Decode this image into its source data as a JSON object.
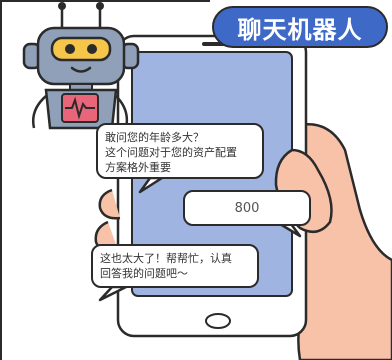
{
  "title": "聊天机器人",
  "conversation": {
    "robot_question_1": [
      "敢问您的年龄多大？",
      "这个问题对于您的资产配置",
      "方案格外重要"
    ],
    "user_reply": "800",
    "robot_question_2": [
      "这也太大了！帮帮忙，认真",
      "回答我的问题吧～"
    ]
  },
  "colors": {
    "badge": "#3f69c6",
    "phone_screen": "#9fb4e0",
    "phone_frame": "#ffffff",
    "hand": "#f7c2a8",
    "robot_body": "#8fa0b8",
    "robot_visor": "#f6c64a",
    "robot_chest": "#e8657a"
  }
}
